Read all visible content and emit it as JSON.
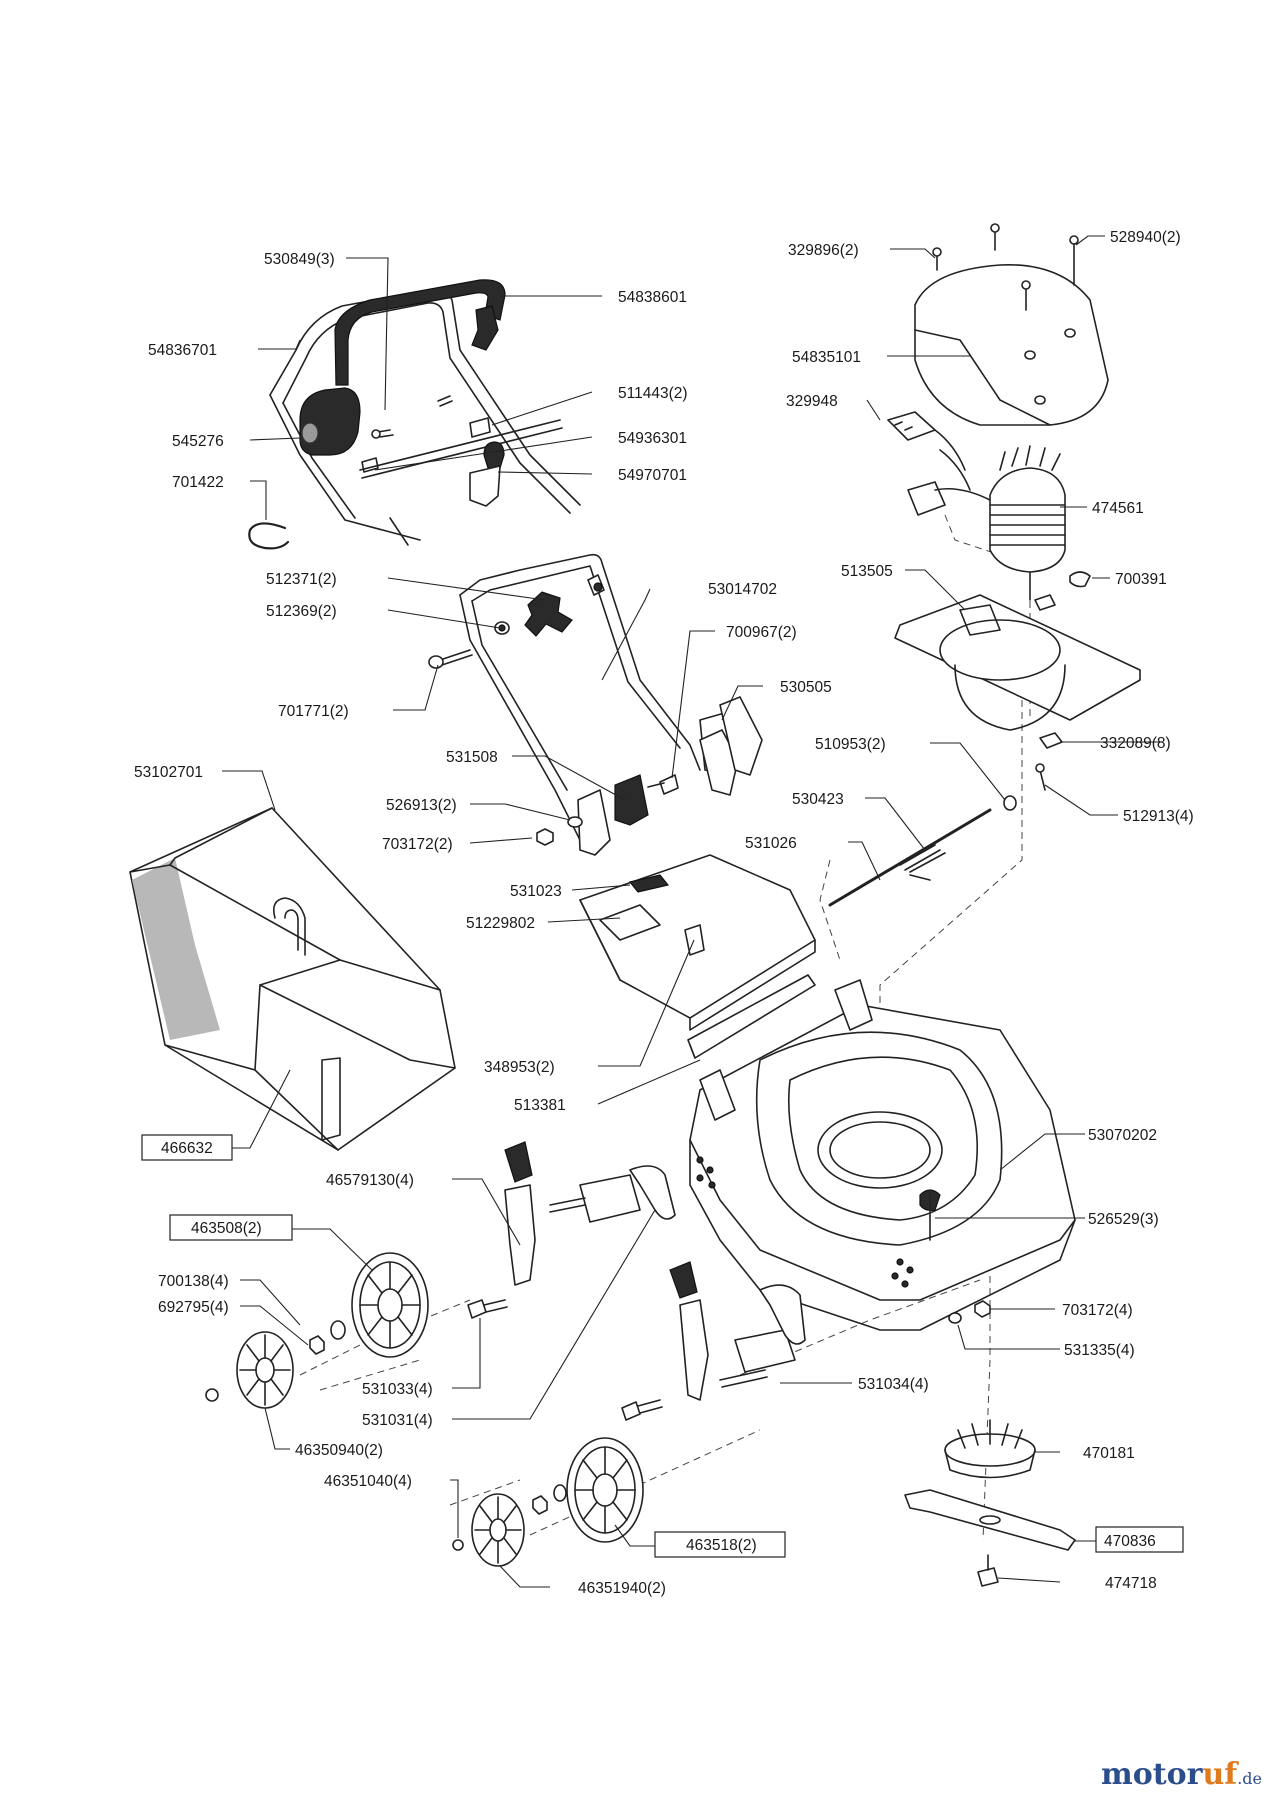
{
  "labels": {
    "p530849": "530849(3)",
    "p54838601": "54838601",
    "p54836701": "54836701",
    "p511443": "511443(2)",
    "p545276": "545276",
    "p54936301": "54936301",
    "p701422": "701422",
    "p54970701": "54970701",
    "p512371": "512371(2)",
    "p53014702": "53014702",
    "p512369": "512369(2)",
    "p700967": "700967(2)",
    "p701771": "701771(2)",
    "p530505": "530505",
    "p53102701": "53102701",
    "p531508": "531508",
    "p526913": "526913(2)",
    "p703172a": "703172(2)",
    "p531023": "531023",
    "p51229802": "51229802",
    "p348953": "348953(2)",
    "p513381": "513381",
    "p466632": "466632",
    "p46579130": "46579130(4)",
    "p463508": "463508(2)",
    "p700138": "700138(4)",
    "p692795": "692795(4)",
    "p531033": "531033(4)",
    "p531031": "531031(4)",
    "p46350940": "46350940(2)",
    "p46351040": "46351040(4)",
    "p46351940": "46351940(2)",
    "p463518": "463518(2)",
    "p329896": "329896(2)",
    "p528940": "528940(2)",
    "p54835101": "54835101",
    "p329948": "329948",
    "p474561": "474561",
    "p513505": "513505",
    "p700391": "700391",
    "p510953": "510953(2)",
    "p332089": "332089(8)",
    "p512913": "512913(4)",
    "p530423": "530423",
    "p531026": "531026",
    "p53070202": "53070202",
    "p526529": "526529(3)",
    "p703172b": "703172(4)",
    "p531335": "531335(4)",
    "p531034": "531034(4)",
    "p470181": "470181",
    "p470836": "470836",
    "p474718": "474718"
  },
  "brand": {
    "name_part1": "motor",
    "name_part2": "uf",
    "domain": ".de"
  }
}
